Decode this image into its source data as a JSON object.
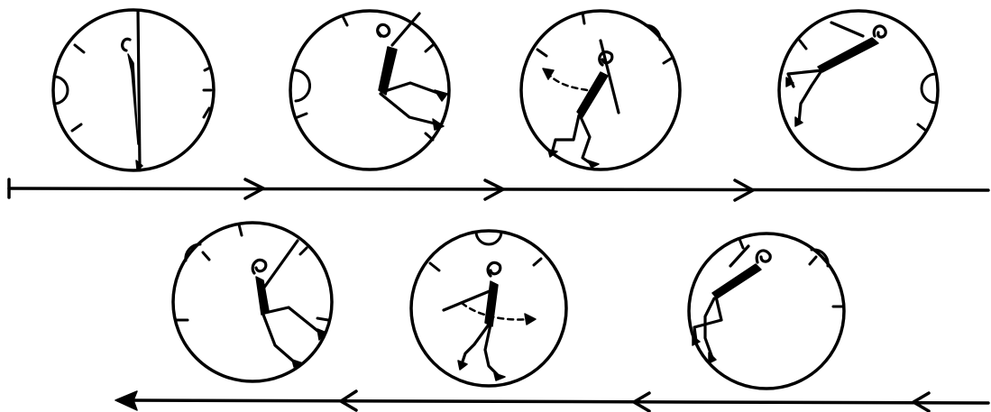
{
  "diagram": {
    "kind": "sequence of seven wheel frames showing a figure walking inside a rolling wheel",
    "colors": {
      "ink": "#000000",
      "background": "#ffffff"
    },
    "rows": [
      {
        "direction": "left-to-right",
        "frames": 4,
        "frame_pose_names": [
          "upright",
          "stepping",
          "leaning-with-arrow",
          "tilted-stride"
        ]
      },
      {
        "direction": "right-to-left",
        "frames": 3,
        "frame_pose_names": [
          "stepping",
          "leaning-with-arrow",
          "tilted-stride"
        ]
      }
    ]
  }
}
